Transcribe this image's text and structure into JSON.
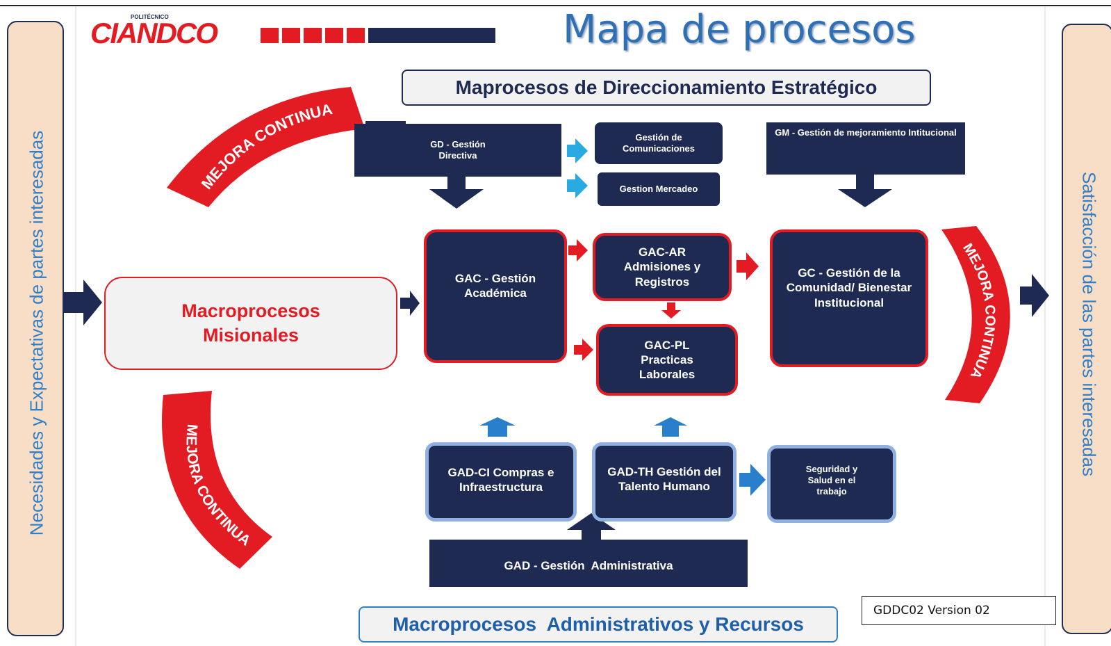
{
  "colors": {
    "navy": "#1e2a52",
    "red": "#e31b23",
    "blue_arrow": "#2a7fcc",
    "cyan_arrow": "#29abe2",
    "side_panel": "#f8ddc7",
    "title_blue": "#2f6fb6",
    "box_border_blue": "#8fb0e0"
  },
  "logo": {
    "text": "CIANDCO",
    "superscript": "POLITÉCNICO"
  },
  "title": "Mapa de procesos",
  "strategic_header": "Maprocesos de Direccionamiento Estratégico",
  "left_panel": "Necesidades y Expectativas de partes interesadas",
  "right_panel": "Satisfacción de las partes interesadas",
  "mejora_continua": [
    "MEJORA CONTINUA",
    "MEJORA CONTINUA",
    "MEJORA CONTINUA"
  ],
  "strategic": {
    "gd": "GD - Gestión Directiva",
    "comunicaciones": "Gestión de Comunicaciones",
    "mercadeo": "Gestion Mercadeo",
    "gm": "GM - Gestión de mejoramiento Intitucional"
  },
  "misional": {
    "label": "Macroprocesos Misionales",
    "gac": "GAC - Gestión Académica",
    "gac_ar": "GAC-AR Admisiones y Registros",
    "gac_pl": "GAC-PL Practicas Laborales",
    "gc": "GC - Gestión de la Comunidad/ Bienestar Institucional"
  },
  "admin": {
    "gad_ci": "GAD-CI Compras e Infraestructura",
    "gad_th": "GAD-TH Gestión del Talento Humano",
    "seguridad": "Seguridad y Salud en el trabajo",
    "gad": "GAD - Gestión  Administrativa",
    "label": "Macroprocesos  Administrativos y Recursos"
  },
  "version": "GDDC02 Version 02"
}
